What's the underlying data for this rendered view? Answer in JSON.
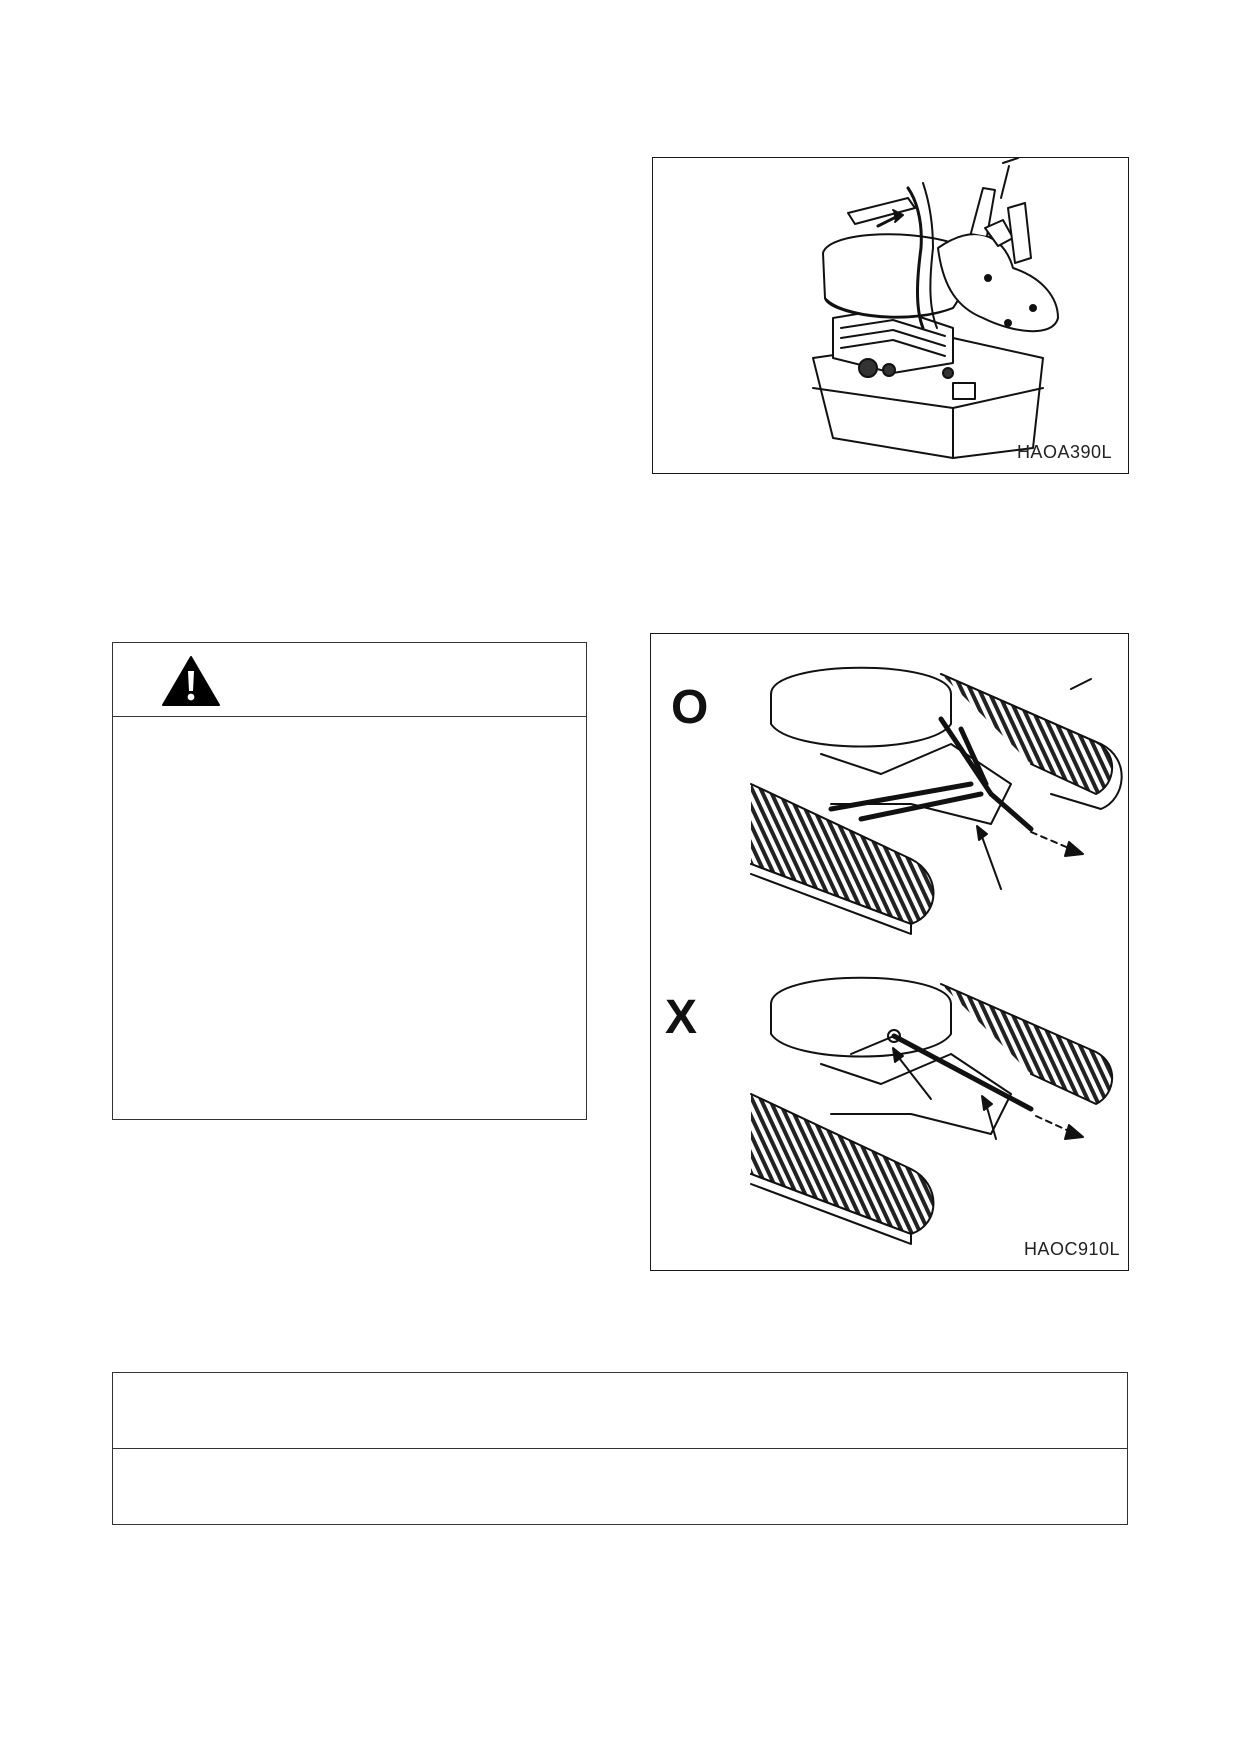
{
  "figures": [
    {
      "code": "HAOA390L",
      "subject": "operator seat with console"
    },
    {
      "code": "HAOC910L",
      "subject": "wire rope towing correct vs incorrect",
      "correct_mark": "O",
      "incorrect_mark": "X"
    }
  ],
  "warning": {
    "icon": "warning-triangle-icon"
  }
}
